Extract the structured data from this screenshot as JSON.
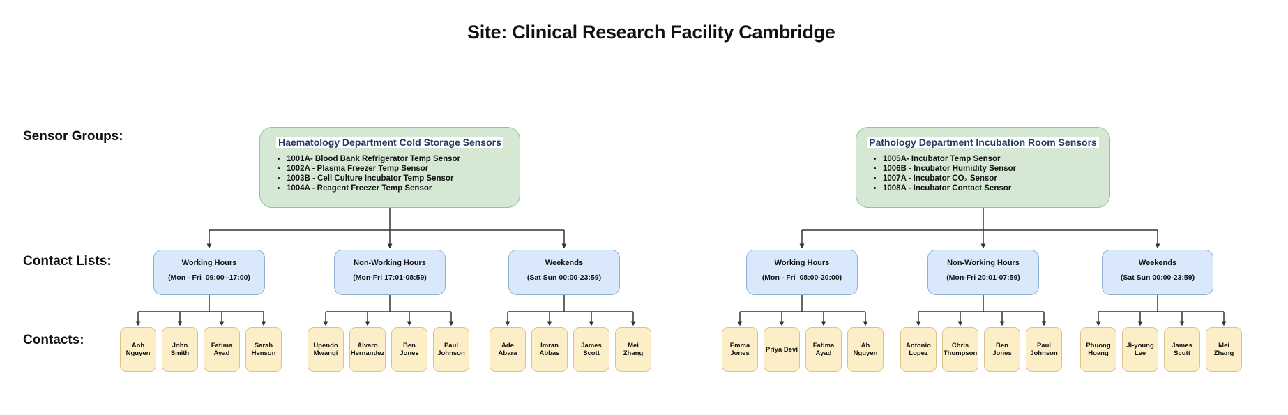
{
  "page_title": "Site: Clinical Research Facility Cambridge",
  "row_labels": {
    "sensor_groups": "Sensor Groups:",
    "contact_lists": "Contact Lists:",
    "contacts": "Contacts:"
  },
  "colors": {
    "sensor_group_fill": "#d5e8d4",
    "sensor_group_border": "#9ac28e",
    "sensor_group_title_text": "#1f3864",
    "contact_list_fill": "#dae8fc",
    "contact_list_border": "#8db0d3",
    "contact_fill": "#fcefc8",
    "contact_border": "#dcc28a",
    "connector": "#333333",
    "background": "#ffffff",
    "text": "#111111"
  },
  "trees": [
    {
      "sensor_group": {
        "title": "Haematology Department Cold Storage Sensors",
        "sensors": [
          "1001A- Blood Bank Refrigerator Temp Sensor",
          "1002A - Plasma Freezer Temp Sensor",
          "1003B - Cell Culture Incubator Temp Sensor",
          "1004A - Reagent Freezer Temp Sensor"
        ]
      },
      "contact_lists": [
        {
          "name": "Working Hours",
          "schedule": "(Mon - Fri  09:00--17:00)",
          "contacts": [
            "Anh Nguyen",
            "John Smith",
            "Fatima Ayad",
            "Sarah Henson"
          ]
        },
        {
          "name": "Non-Working Hours",
          "schedule": "(Mon-Fri 17:01-08:59)",
          "contacts": [
            "Upendo Mwangi",
            "Alvaro Hernandez",
            "Ben Jones",
            "Paul Johnson"
          ]
        },
        {
          "name": "Weekends",
          "schedule": "(Sat Sun 00:00-23:59)",
          "contacts": [
            "Ade Abara",
            "Imran Abbas",
            "James Scott",
            "Mei Zhang"
          ]
        }
      ]
    },
    {
      "sensor_group": {
        "title": "Pathology Department Incubation Room Sensors",
        "sensors": [
          "1005A- Incubator Temp Sensor",
          "1006B - Incubator Humidity Sensor",
          "1007A - Incubator CO₂ Sensor",
          "1008A - Incubator Contact Sensor"
        ]
      },
      "contact_lists": [
        {
          "name": "Working Hours",
          "schedule": "(Mon - Fri  08:00-20:00)",
          "contacts": [
            "Emma Jones",
            "Priya Devi",
            "Fatima Ayad",
            "Ah Nguyen"
          ]
        },
        {
          "name": "Non-Working Hours",
          "schedule": "(Mon-Fri 20:01-07:59)",
          "contacts": [
            "Antonio Lopez",
            "Chris Thompson",
            "Ben Jones",
            "Paul Johnson"
          ]
        },
        {
          "name": "Weekends",
          "schedule": "(Sat Sun 00:00-23:59)",
          "contacts": [
            "Phuong Hoang",
            "Ji-young Lee",
            "James Scott",
            "Mei Zhang"
          ]
        }
      ]
    }
  ]
}
